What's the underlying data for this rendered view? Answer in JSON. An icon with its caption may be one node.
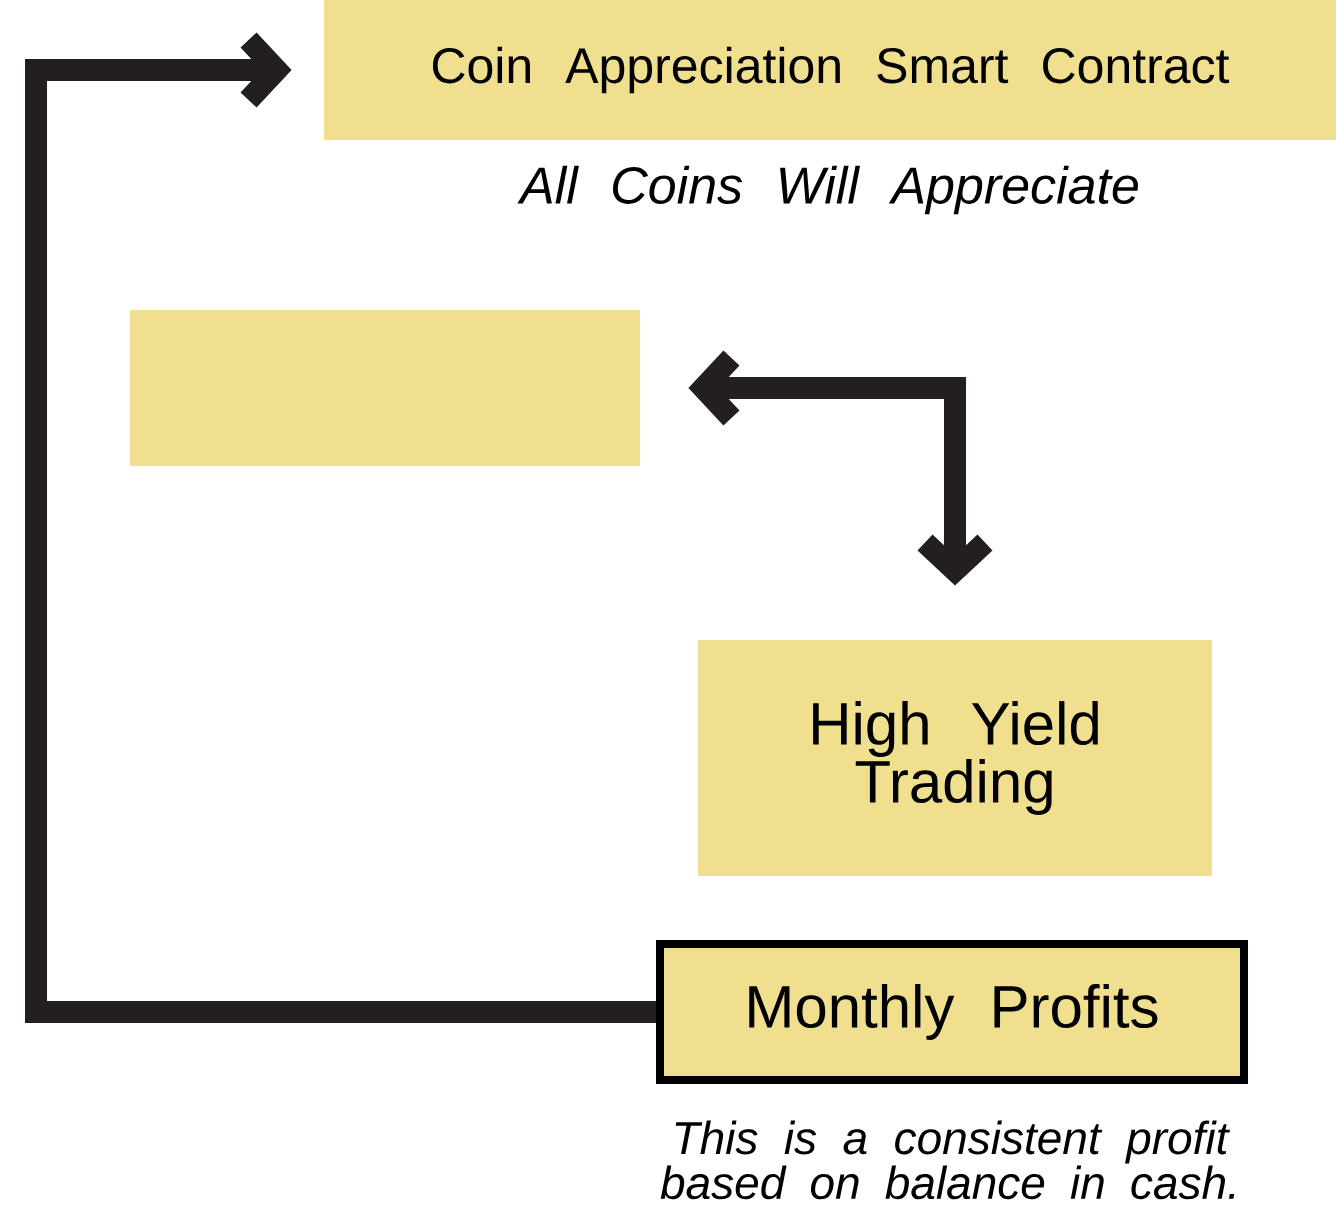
{
  "diagram": {
    "nodes": [
      {
        "text": [
          "Coin Appreciation Smart Contract"
        ],
        "beside": [
          "All Coins Will Appreciate"
        ]
      },
      {
        "text": [],
        "shape": "box"
      },
      {
        "text": [
          "High Yield Trading"
        ]
      },
      {
        "text": [
          "Monthly Profits"
        ],
        "beside": [
          "This is a consistent profit based on balance in cash."
        ]
      }
    ],
    "edges": [
      {
        "from": 3,
        "to": 0,
        "arrow": "to"
      },
      {
        "from": 1,
        "to": 2,
        "arrow": "both"
      }
    ]
  }
}
